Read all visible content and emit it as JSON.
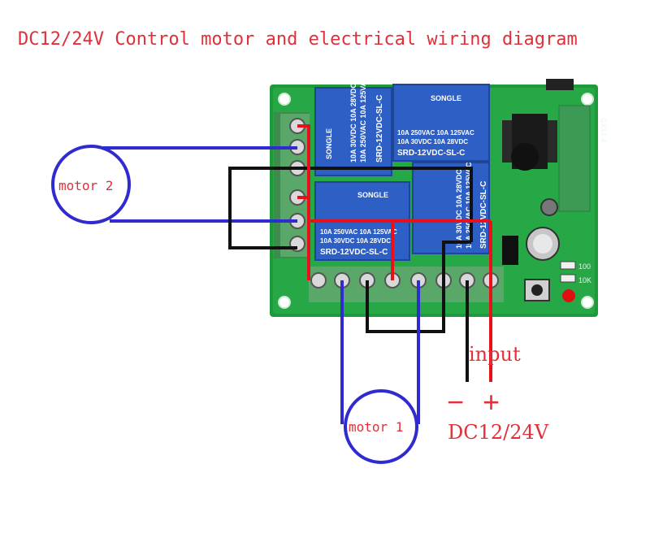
{
  "title": "DC12/24V Control motor and electrical wiring diagram",
  "motor2_label": "motor 2",
  "motor1_label": "motor 1",
  "input_label": "input",
  "minus_symbol": "−",
  "plus_symbol": "+",
  "voltage_label": "DC12/24V",
  "relay": {
    "brand": "SONGLE",
    "model": "SRD-12VDC-SL-C",
    "rating_line1": "10A 250VAC  10A 125VAC",
    "rating_line2": "10A 30VDC  10A 28VDC"
  },
  "pcb": {
    "module_label": "CX12-4",
    "resistor_label_1": "100",
    "resistor_label_2": "10K"
  },
  "colors": {
    "title_red": "#e0303a",
    "wire_blue": "#2f2bd0",
    "wire_red": "#e8101a",
    "wire_black": "#111111",
    "pcb_green": "#1f9a3a",
    "relay_blue": "#2d5fc4"
  }
}
